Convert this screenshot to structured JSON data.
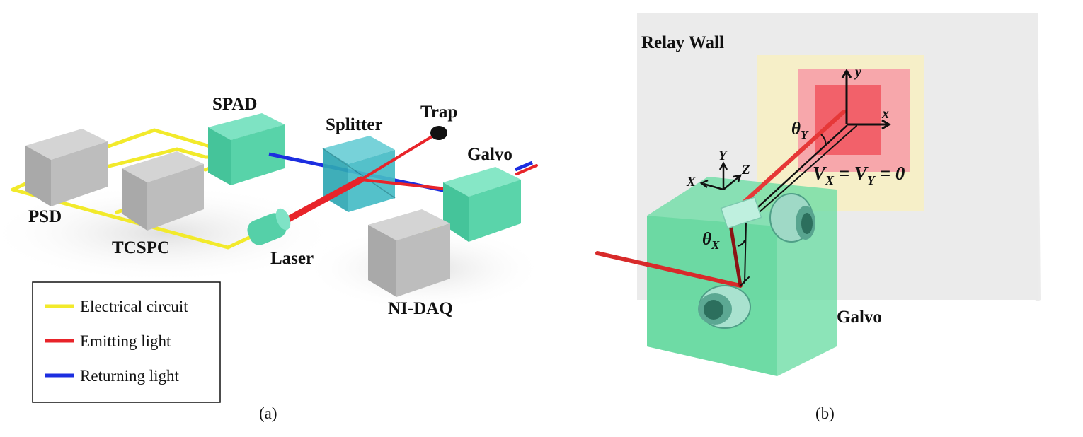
{
  "panel_a": {
    "labels": {
      "spad": "SPAD",
      "splitter": "Splitter",
      "trap": "Trap",
      "galvo": "Galvo",
      "psd": "PSD",
      "tcspc": "TCSPC",
      "laser": "Laser",
      "nidaq": "NI-DAQ"
    },
    "legend": [
      {
        "label": "Electrical circuit",
        "color": "#f2ea2b"
      },
      {
        "label": "Emitting light",
        "color": "#e8242a"
      },
      {
        "label": "Returning light",
        "color": "#1c2ee0"
      }
    ],
    "caption": "(a)"
  },
  "panel_b": {
    "labels": {
      "relay_wall": "Relay Wall",
      "galvo": "Galvo",
      "theta_y": "θ",
      "theta_y_sub": "Y",
      "theta_x": "θ",
      "theta_x_sub": "X",
      "v_eq_1": "V",
      "v_sub_x": "X",
      "v_eq_2": " = V",
      "v_sub_y": "Y",
      "v_eq_3": " = 0",
      "axis_x_small": "x",
      "axis_y_small": "y",
      "axis_X": "X",
      "axis_Y": "Y",
      "axis_Z": "Z"
    },
    "caption": "(b)"
  },
  "colors": {
    "cube_gray": "#b9b9b9",
    "cube_green": "#52d3a6",
    "splitter": "#3bb3bd",
    "wire": "#f2ea2b",
    "emit": "#e8242a",
    "return": "#1c2ee0",
    "wall": "#ececec",
    "yellow_zone": "#f6efc8",
    "pink_zone": "#f7a7ab",
    "red_zone": "#f2616a"
  }
}
